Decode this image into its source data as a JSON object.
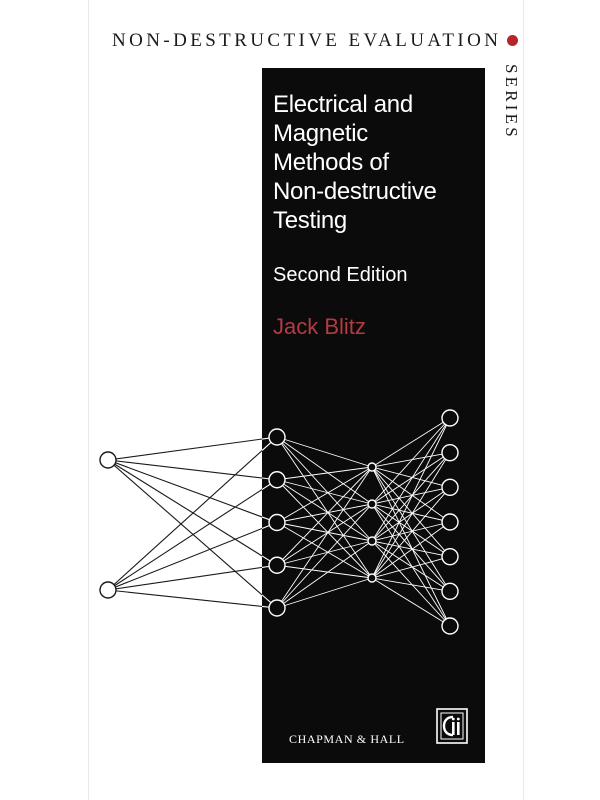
{
  "series": {
    "name": "NON-DESTRUCTIVE EVALUATION",
    "label": "SERIES"
  },
  "book": {
    "title_lines": [
      "Electrical and",
      "Magnetic",
      "Methods of",
      "Non-destructive",
      "Testing"
    ],
    "edition": "Second Edition",
    "author": "Jack Blitz",
    "publisher": "CHAPMAN & HALL"
  },
  "colors": {
    "panel": "#0b0b0b",
    "author_red": "#b43a43",
    "series_dot": "#b5252a"
  },
  "icons": {
    "publisher_logo": "chapman-hall-logo-icon",
    "series_dot": "red-dot-icon",
    "network": "neural-network-illustration"
  },
  "network_layers": [
    2,
    5,
    4,
    7
  ]
}
